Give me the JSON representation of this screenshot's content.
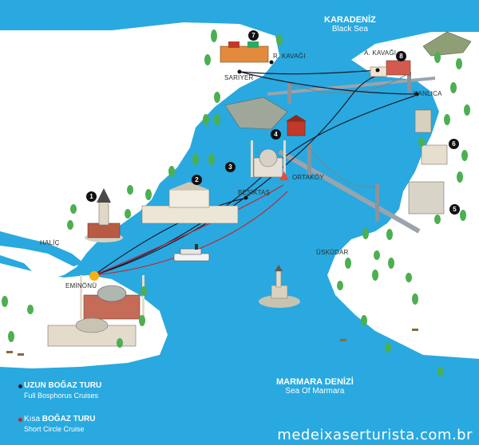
{
  "seas": {
    "black_sea_tr": "KARADENİZ",
    "black_sea_en": "Black Sea",
    "marmara_tr": "MARMARA DENİZİ",
    "marmara_en": "Sea Of Marmara"
  },
  "places": {
    "anadolu_kavagi": "A. KAVAĞI",
    "rumeli_kavagi": "R. KAVAĞI",
    "sariyer": "SARIYER",
    "kanlica": "KANLICA",
    "ortakoy": "ORTAKÖY",
    "besiktas": "BEŞİKTAŞ",
    "halic": "HALİÇ",
    "eminonu": "EMİNÖNÜ",
    "uskudar": "ÜSKÜDAR"
  },
  "markers": [
    "1",
    "2",
    "3",
    "4",
    "5",
    "6",
    "7",
    "8"
  ],
  "legend": {
    "full_title": "UZUN BOĞAZ TURU",
    "full_sub": "Full Bosphorus Cruises",
    "short_prefix": "Kısa",
    "short_title": "BOĞAZ TURU",
    "short_sub": "Short Circle Cruise"
  },
  "colors": {
    "water": "#29a9df",
    "land": "#ffffff",
    "full_route": "#1a1a2e",
    "short_route": "#c0282f",
    "tree": "#4caf50"
  },
  "watermark": "medeixaserturista.com.br"
}
